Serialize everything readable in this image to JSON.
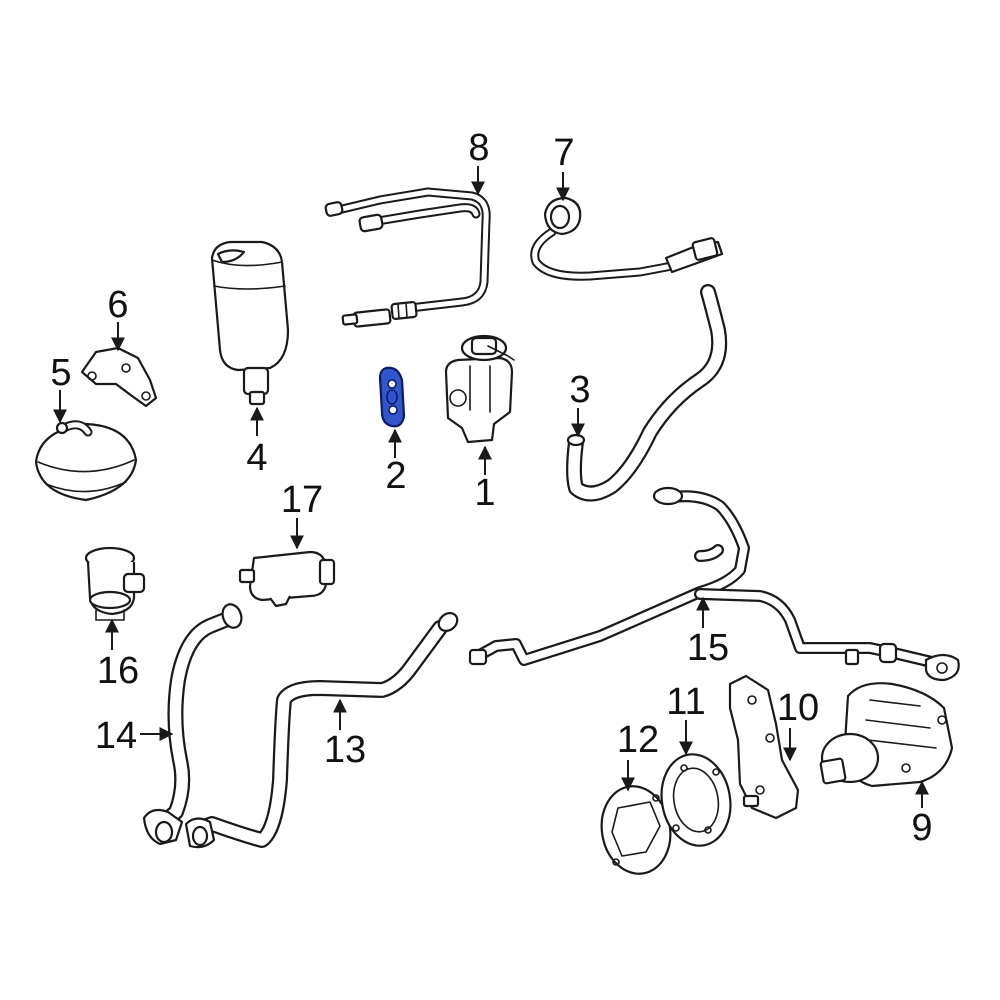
{
  "diagram": {
    "highlight_color": "#3355cc",
    "line_color": "#1a1a1a",
    "callouts": [
      {
        "id": "1",
        "label": "1"
      },
      {
        "id": "2",
        "label": "2"
      },
      {
        "id": "3",
        "label": "3"
      },
      {
        "id": "4",
        "label": "4"
      },
      {
        "id": "5",
        "label": "5"
      },
      {
        "id": "6",
        "label": "6"
      },
      {
        "id": "7",
        "label": "7"
      },
      {
        "id": "8",
        "label": "8"
      },
      {
        "id": "9",
        "label": "9"
      },
      {
        "id": "10",
        "label": "10"
      },
      {
        "id": "11",
        "label": "11"
      },
      {
        "id": "12",
        "label": "12"
      },
      {
        "id": "13",
        "label": "13"
      },
      {
        "id": "14",
        "label": "14"
      },
      {
        "id": "15",
        "label": "15"
      },
      {
        "id": "16",
        "label": "16"
      },
      {
        "id": "17",
        "label": "17"
      }
    ]
  }
}
